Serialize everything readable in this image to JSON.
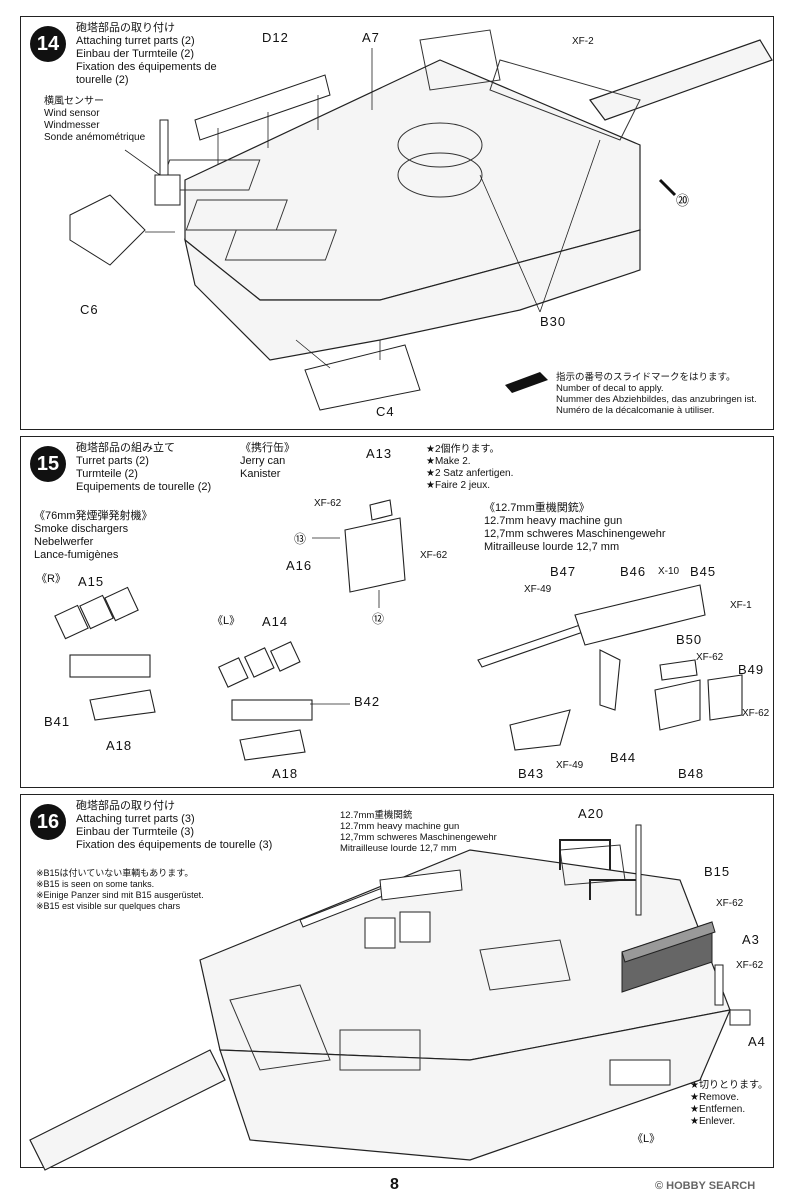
{
  "steps": [
    {
      "number": "14",
      "title": "砲塔部品の取り付け\nAttaching turret parts (2)\nEinbau der Turmteile (2)\nFixation des équipements de\ntourelle (2)",
      "wind_sensor": "横風センサー\nWind sensor\nWindmesser\nSonde anémométrique",
      "parts": [
        "D12",
        "A7",
        "XF-2",
        "C6",
        "B30",
        "C4"
      ],
      "decal_ref": "⑳",
      "decal_note": "指示の番号のスライドマークをはります。\nNumber of decal to apply.\nNummer des Abziehbildes, das anzubringen ist.\nNuméro de la décalcomanie à utiliser."
    },
    {
      "number": "15",
      "title": "砲塔部品の組み立て\nTurret parts (2)\nTurmteile (2)\nEquipements de tourelle (2)",
      "jerry_can": "《携行缶》\nJerry can\nKanister",
      "make2": "★2個作ります。\n★Make 2.\n★2 Satz anfertigen.\n★Faire 2 jeux.",
      "smoke": "《76mm発煙弾発射機》\nSmoke dischargers\nNebelwerfer\nLance-fumigènes",
      "hmg": "《12.7mm重機関銃》\n12.7mm heavy machine gun\n12,7mm schweres Maschinengewehr\nMitrailleuse lourde 12,7 mm",
      "right_mark": "《R》",
      "left_mark": "《L》",
      "parts": [
        "A13",
        "XF-62",
        "⑬",
        "A16",
        "XF-62",
        "⑫",
        "A15",
        "B41",
        "A18",
        "A14",
        "B42",
        "A18",
        "B47",
        "XF-49",
        "B46",
        "X-10",
        "B45",
        "XF-1",
        "B50",
        "XF-62",
        "B49",
        "XF-62",
        "B43",
        "XF-49",
        "B44",
        "B48"
      ]
    },
    {
      "number": "16",
      "title": "砲塔部品の取り付け\nAttaching turret parts (3)\nEinbau der Turmteile (3)\nFixation des équipements de tourelle (3)",
      "note": "※B15は付いていない車輌もあります。\n※B15 is seen on some tanks.\n※Einige Panzer sind mit B15 ausgerüstet.\n※B15 est visible sur quelques chars",
      "hmg": "12.7mm重機関銃\n12.7mm heavy machine gun\n12,7mm schweres Maschinengewehr\nMitrailleuse lourde 12,7 mm",
      "remove": "★切りとります。\n★Remove.\n★Entfernen.\n★Enlever.",
      "parts": [
        "A20",
        "B15",
        "XF-62",
        "A3",
        "XF-62",
        "A4"
      ],
      "left_mark": "《L》"
    }
  ],
  "page_number": "8",
  "watermark": "© HOBBY SEARCH"
}
